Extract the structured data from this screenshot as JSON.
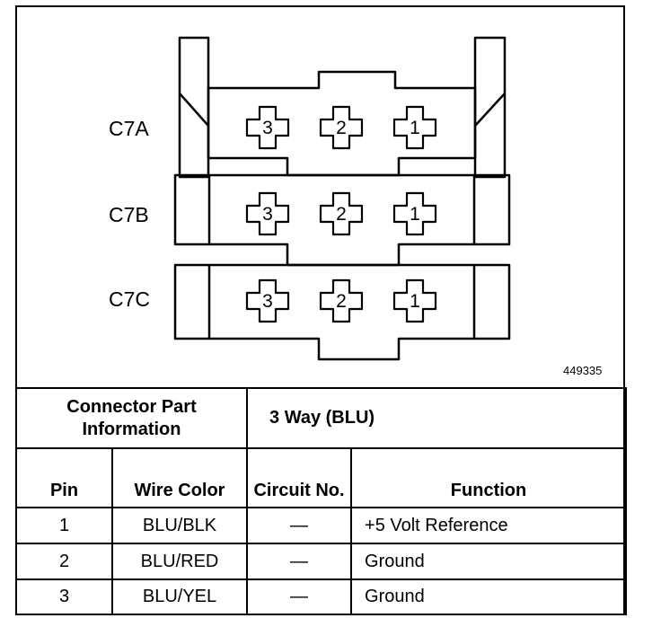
{
  "diagram": {
    "connectors": [
      {
        "label": "C7A",
        "pins": [
          "3",
          "2",
          "1"
        ]
      },
      {
        "label": "C7B",
        "pins": [
          "3",
          "2",
          "1"
        ]
      },
      {
        "label": "C7C",
        "pins": [
          "3",
          "2",
          "1"
        ]
      }
    ],
    "figure_number": "449335"
  },
  "table": {
    "part_info_label": "Connector Part Information",
    "part_info_value": "3 Way (BLU)",
    "headers": {
      "pin": "Pin",
      "wire_color": "Wire Color",
      "circuit_no": "Circuit No.",
      "function": "Function"
    },
    "rows": [
      {
        "pin": "1",
        "wire_color": "BLU/BLK",
        "circuit": "—",
        "function": "+5 Volt Reference"
      },
      {
        "pin": "2",
        "wire_color": "BLU/RED",
        "circuit": "—",
        "function": "Ground"
      },
      {
        "pin": "3",
        "wire_color": "BLU/YEL",
        "circuit": "—",
        "function": "Ground"
      }
    ]
  }
}
